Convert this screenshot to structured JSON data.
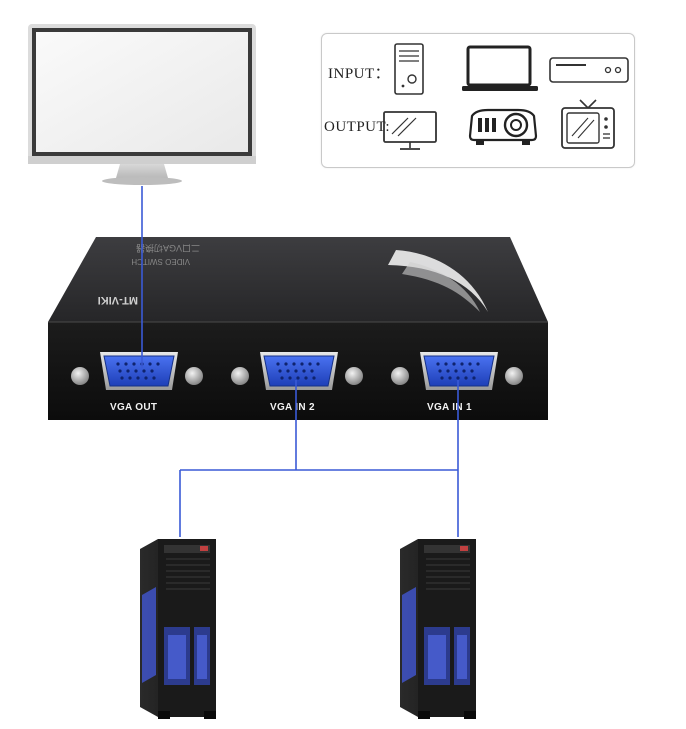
{
  "legend": {
    "input_label": "INPUT：",
    "output_label": "OUTPUT:",
    "input_icons": [
      "pc-tower-icon",
      "laptop-icon",
      "dvd-player-icon"
    ],
    "output_icons": [
      "monitor-icon",
      "projector-icon",
      "tv-icon"
    ]
  },
  "device": {
    "brand": "MT-VIKI",
    "ports": {
      "out": "VGA OUT",
      "in2": "VGA IN 2",
      "in1": "VGA IN 1"
    }
  },
  "colors": {
    "cable": "#3a5ad6",
    "vga_port": "#2f56d6",
    "box_top": "#2f2f31",
    "box_front": "#151515"
  }
}
